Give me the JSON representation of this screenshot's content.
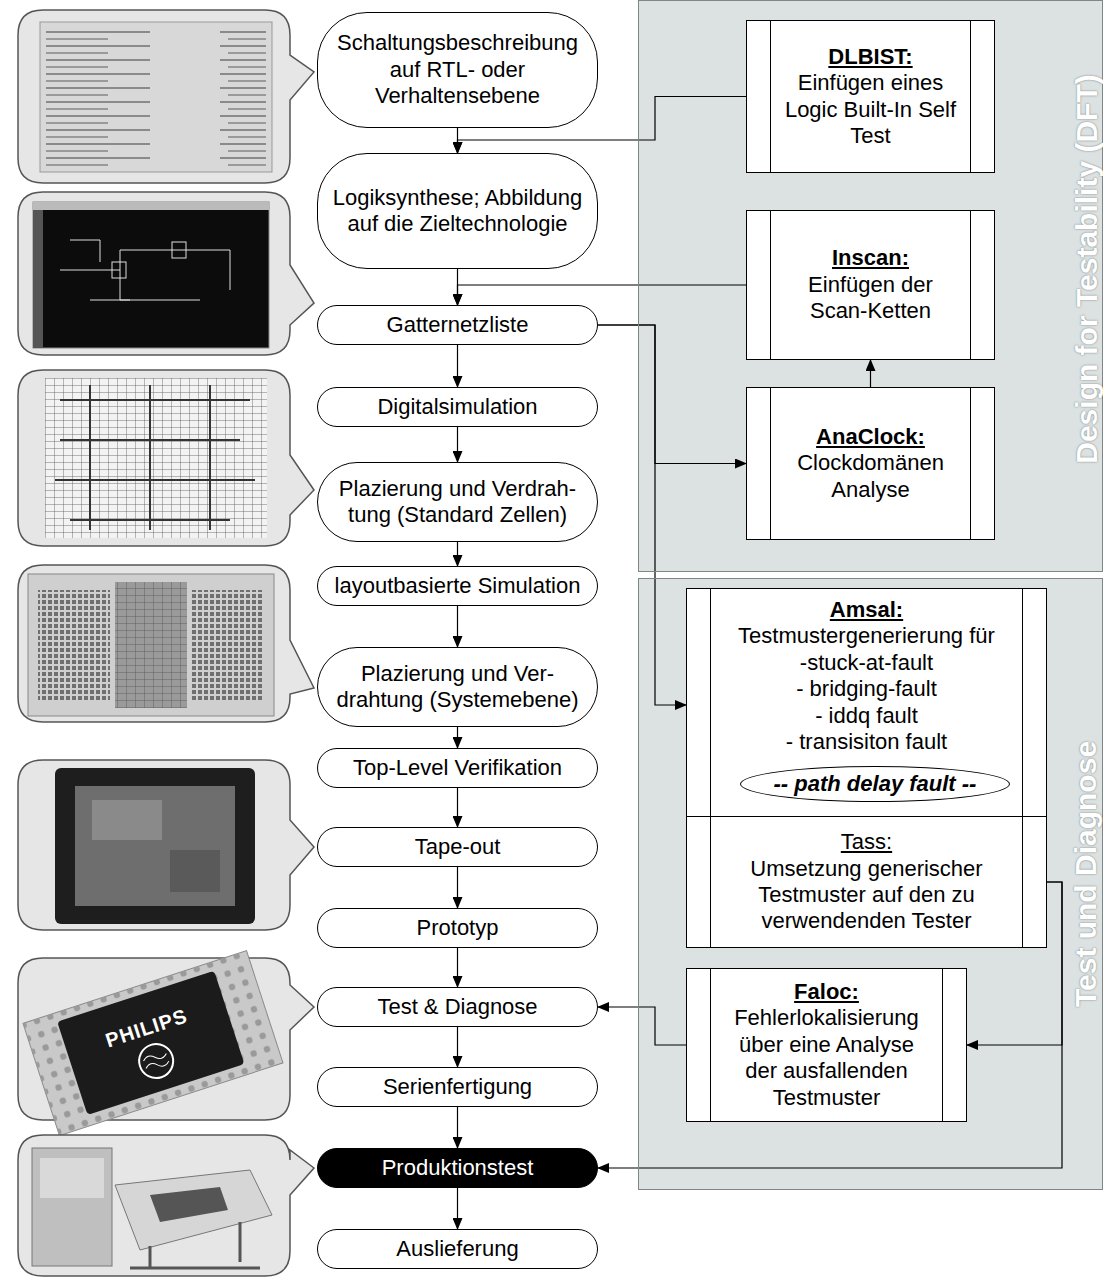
{
  "diagram": {
    "nodes": [
      {
        "text": [
          "Schaltungsbeschreibung auf RTL- oder Verhaltensebene"
        ]
      },
      {
        "text": [
          "Logiksynthese; Abbildung auf die Zieltechnologie"
        ]
      },
      {
        "text": [
          "Gatternetzliste"
        ]
      },
      {
        "text": [
          "Digitalsimulation"
        ]
      },
      {
        "text": [
          "Plazierung und Verdrah- tung (Standard Zellen)"
        ]
      },
      {
        "text": [
          "layoutbasierte Simulation"
        ]
      },
      {
        "text": [
          "Plazierung und Ver- drahtung (Systemebene)"
        ]
      },
      {
        "text": [
          "Top-Level Verifikation"
        ]
      },
      {
        "text": [
          "Tape-out"
        ]
      },
      {
        "text": [
          "Prototyp"
        ]
      },
      {
        "text": [
          "Test & Diagnose"
        ]
      },
      {
        "text": [
          "Serienfertigung"
        ]
      },
      {
        "text": [
          "Produktionstest"
        ]
      },
      {
        "text": [
          "Auslieferung"
        ]
      },
      {
        "text": [
          "Design for Testability (DFT)"
        ]
      },
      {
        "text": [
          "DLBIST:",
          "Einfügen eines Logic Built-In Self Test"
        ],
        "in": 14
      },
      {
        "text": [
          "Inscan:",
          "Einfügen der Scan-Ketten"
        ],
        "in": 14
      },
      {
        "text": [
          "AnaClock:",
          "Clockdomänen Analyse"
        ],
        "in": 14
      },
      {
        "text": [
          "Test und Diagnose"
        ]
      },
      {
        "text": [
          "Amsal:",
          "Testmustergenerierung für",
          "-stuck-at-fault",
          "- bridging-fault",
          "- iddq fault",
          "- transisiton fault"
        ],
        "in": 18
      },
      {
        "text": [
          "-- path delay fault --"
        ],
        "in": 19
      },
      {
        "text": [
          "Tass:",
          "Umsetzung generischer Testmuster auf den zu verwendenden Tester"
        ],
        "in": 18
      },
      {
        "text": [
          "Faloc:",
          "Fehlerlokalisierung über eine Analyse der ausfallenden Testmuster"
        ],
        "in": 18
      }
    ],
    "edges": [
      {
        "from": 0,
        "to": 1,
        "arrow": "to"
      },
      {
        "from": 1,
        "to": 2,
        "arrow": "to"
      },
      {
        "from": 2,
        "to": 3,
        "arrow": "to"
      },
      {
        "from": 3,
        "to": 4,
        "arrow": "to"
      },
      {
        "from": 4,
        "to": 5,
        "arrow": "to"
      },
      {
        "from": 5,
        "to": 6,
        "arrow": "to"
      },
      {
        "from": 6,
        "to": 7,
        "arrow": "to"
      },
      {
        "from": 7,
        "to": 8,
        "arrow": "to"
      },
      {
        "from": 8,
        "to": 9,
        "arrow": "to"
      },
      {
        "from": 9,
        "to": 10,
        "arrow": "to"
      },
      {
        "from": 10,
        "to": 11,
        "arrow": "to"
      },
      {
        "from": 11,
        "to": 12,
        "arrow": "to"
      },
      {
        "from": 12,
        "to": 13,
        "arrow": "to"
      },
      {
        "from": 15,
        "to": 1,
        "arrow": "to"
      },
      {
        "from": 16,
        "to": 2,
        "arrow": "to"
      },
      {
        "from": 17,
        "to": 16,
        "arrow": "to"
      },
      {
        "from": 2,
        "to": 17,
        "arrow": "to"
      },
      {
        "from": 2,
        "to": 19,
        "arrow": "to"
      },
      {
        "from": 21,
        "to": 22,
        "arrow": "to"
      },
      {
        "from": 21,
        "to": 12,
        "arrow": "to"
      },
      {
        "from": 22,
        "to": 10,
        "arrow": "to"
      }
    ],
    "labels": [
      "PHILIPS"
    ]
  }
}
